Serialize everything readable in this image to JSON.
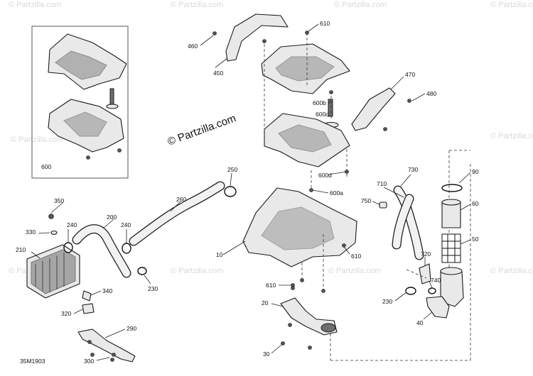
{
  "diagram": {
    "watermark_text": "© Partzilla.com",
    "center_brand": "© Partzilla.com",
    "diagram_code": "35M1903",
    "callouts": [
      {
        "id": "c-600",
        "text": "600"
      },
      {
        "id": "c-610-top",
        "text": "610"
      },
      {
        "id": "c-460",
        "text": "460"
      },
      {
        "id": "c-450",
        "text": "450"
      },
      {
        "id": "c-470",
        "text": "470"
      },
      {
        "id": "c-480",
        "text": "480"
      },
      {
        "id": "c-600b",
        "text": "600b"
      },
      {
        "id": "c-600c",
        "text": "600c"
      },
      {
        "id": "c-600d",
        "text": "600d"
      },
      {
        "id": "c-600a",
        "text": "600a"
      },
      {
        "id": "c-250",
        "text": "250"
      },
      {
        "id": "c-260",
        "text": "260"
      },
      {
        "id": "c-200",
        "text": "200"
      },
      {
        "id": "c-350",
        "text": "350"
      },
      {
        "id": "c-330",
        "text": "330"
      },
      {
        "id": "c-240a",
        "text": "240"
      },
      {
        "id": "c-240b",
        "text": "240"
      },
      {
        "id": "c-210",
        "text": "210"
      },
      {
        "id": "c-230a",
        "text": "230"
      },
      {
        "id": "c-340",
        "text": "340"
      },
      {
        "id": "c-320",
        "text": "320"
      },
      {
        "id": "c-290",
        "text": "290"
      },
      {
        "id": "c-300",
        "text": "300"
      },
      {
        "id": "c-10",
        "text": "10"
      },
      {
        "id": "c-610-mid",
        "text": "610"
      },
      {
        "id": "c-610-low",
        "text": "610"
      },
      {
        "id": "c-20",
        "text": "20"
      },
      {
        "id": "c-30",
        "text": "30"
      },
      {
        "id": "c-730",
        "text": "730"
      },
      {
        "id": "c-710",
        "text": "710"
      },
      {
        "id": "c-750",
        "text": "750"
      },
      {
        "id": "c-90",
        "text": "90"
      },
      {
        "id": "c-60",
        "text": "60"
      },
      {
        "id": "c-50",
        "text": "50"
      },
      {
        "id": "c-720",
        "text": "720"
      },
      {
        "id": "c-740",
        "text": "740"
      },
      {
        "id": "c-230b",
        "text": "230"
      },
      {
        "id": "c-40",
        "text": "40"
      }
    ]
  }
}
